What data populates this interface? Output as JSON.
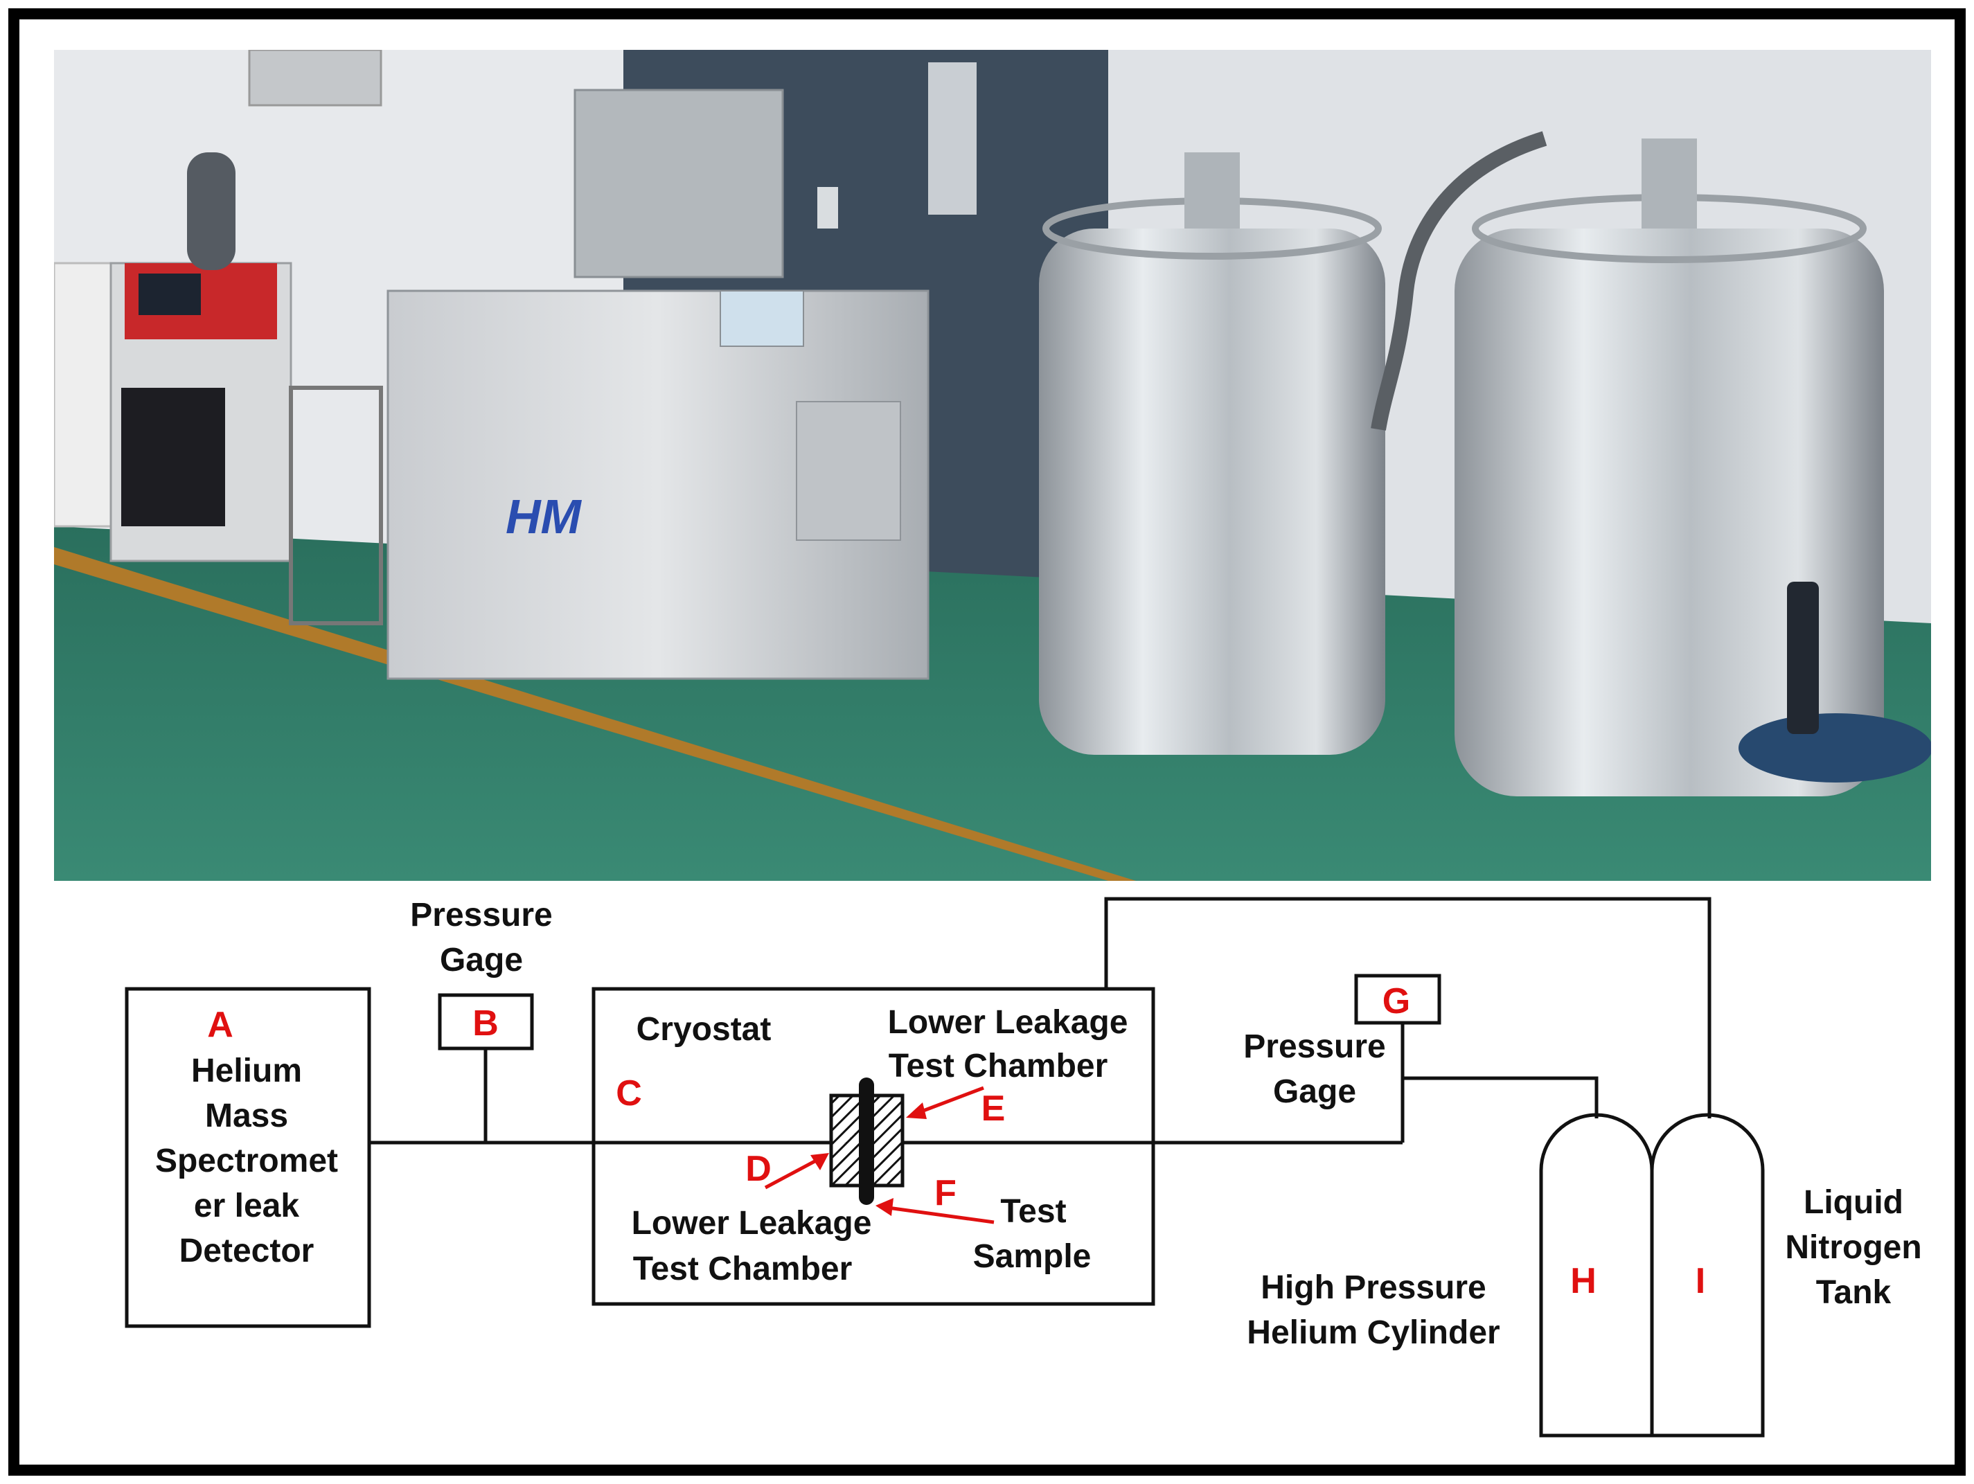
{
  "photo": {
    "brand_logo": "HM"
  },
  "diagram": {
    "A": {
      "letter": "A",
      "lines": [
        "Helium",
        "Mass",
        "Spectromet",
        "er leak",
        "Detector"
      ]
    },
    "B": {
      "letter": "B",
      "lines": [
        "Pressure",
        "Gage"
      ]
    },
    "C": {
      "letter": "C",
      "title": "Cryostat"
    },
    "D": {
      "letter": "D",
      "lines": [
        "Lower Leakage",
        "Test Chamber"
      ]
    },
    "E": {
      "letter": "E",
      "lines": [
        "Lower Leakage",
        "Test Chamber"
      ]
    },
    "F": {
      "letter": "F",
      "lines": [
        "Test",
        "Sample"
      ]
    },
    "G": {
      "letter": "G",
      "lines": [
        "Pressure",
        "Gage"
      ]
    },
    "H": {
      "letter": "H",
      "lines": [
        "High Pressure",
        "Helium Cylinder"
      ]
    },
    "I": {
      "letter": "I",
      "lines": [
        "Liquid",
        "Nitrogen",
        "Tank"
      ]
    }
  },
  "colors": {
    "label_red": "#e01010",
    "floor_green": "#2f7f6b",
    "wall": "#e6e8ec",
    "steel": "#bfc4c8"
  }
}
